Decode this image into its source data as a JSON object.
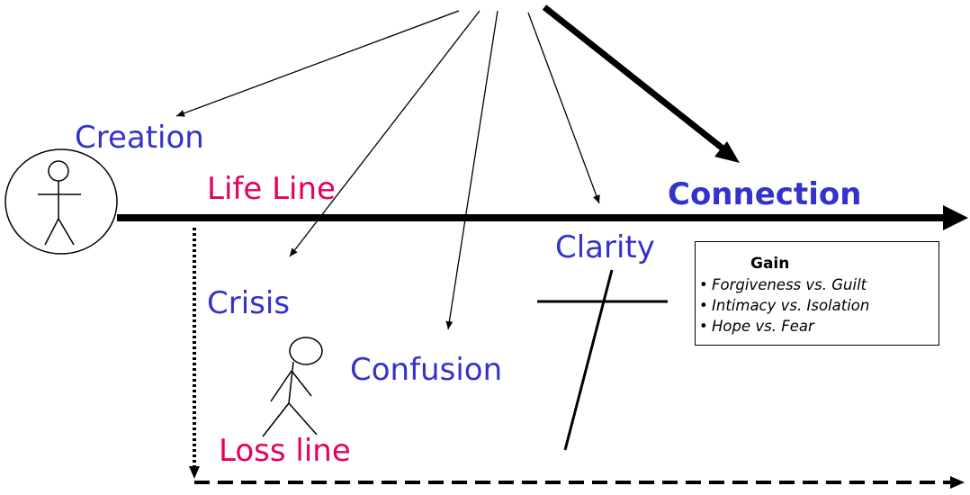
{
  "labels": {
    "creation": "Creation",
    "life_line": "Life Line",
    "connection": "Connection",
    "clarity": "Clarity",
    "crisis": "Crisis",
    "confusion": "Confusion",
    "loss_line": "Loss line"
  },
  "gain_box": {
    "title": "Gain",
    "bullet": "•",
    "items": [
      "Forgiveness vs. Guilt",
      "Intimacy vs. Isolation",
      "Hope vs. Fear"
    ]
  },
  "colors": {
    "label_blue": "#3333cc",
    "label_pink": "#e6005c",
    "lines": "#000000"
  }
}
